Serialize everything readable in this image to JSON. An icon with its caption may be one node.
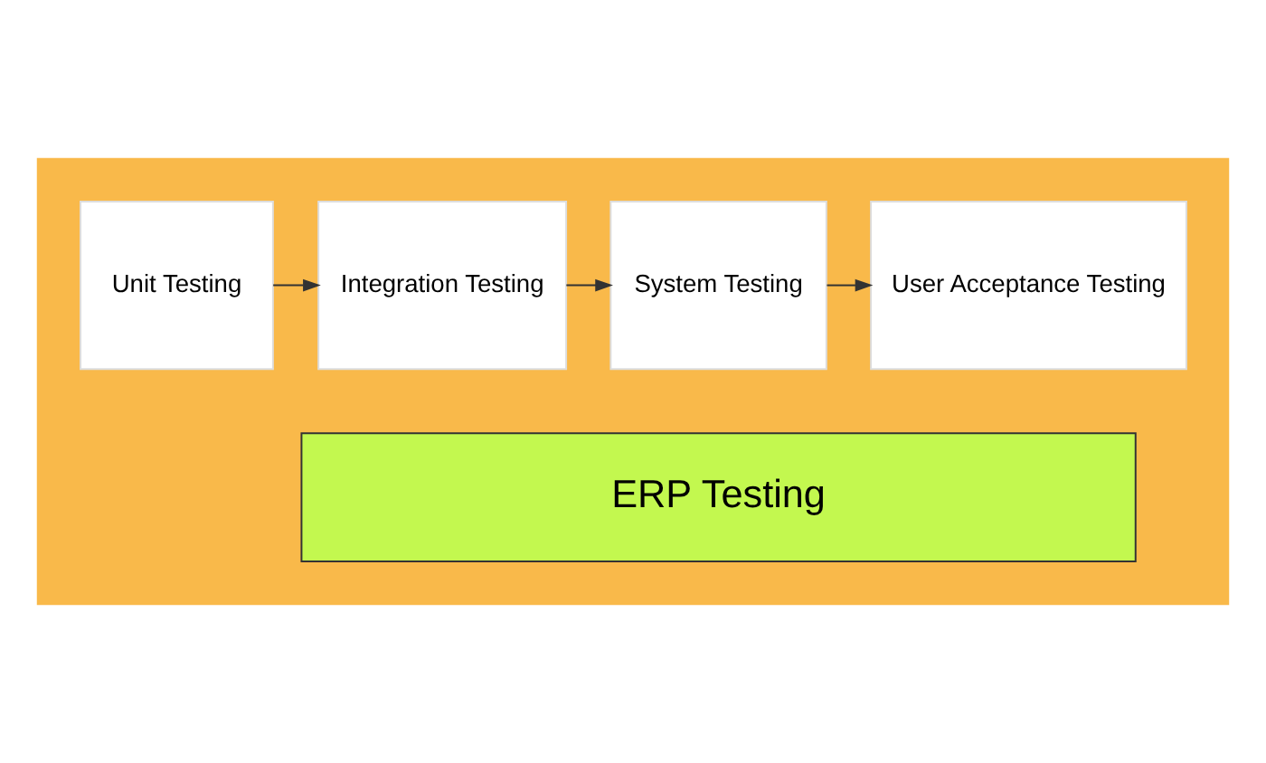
{
  "diagram": {
    "nodes": [
      {
        "text": [],
        "shape": "box"
      },
      {
        "text": [
          "Unit Testing"
        ],
        "in": 0
      },
      {
        "text": [
          "Integration Testing"
        ],
        "in": 0
      },
      {
        "text": [
          "System Testing"
        ],
        "in": 0
      },
      {
        "text": [
          "User Acceptance Testing"
        ],
        "in": 0
      },
      {
        "text": [
          "ERP Testing"
        ],
        "in": 0
      }
    ],
    "edges": [
      {
        "from": 1,
        "to": 2,
        "arrow": "to"
      },
      {
        "from": 2,
        "to": 3,
        "arrow": "to"
      },
      {
        "from": 3,
        "to": 4,
        "arrow": "to"
      }
    ]
  }
}
